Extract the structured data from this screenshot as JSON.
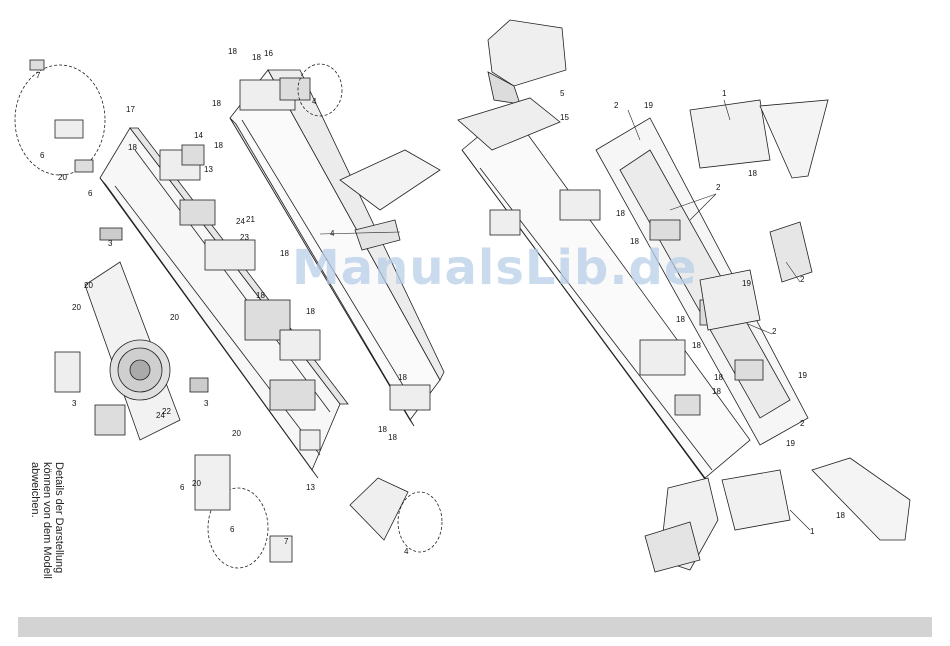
{
  "watermark": "ManualsLib.de",
  "note_lines": [
    "Details der Darstellung",
    "können von dem Modell",
    "abweichen."
  ],
  "callouts": {
    "n1": "1",
    "n2": "2",
    "n3": "3",
    "n4": "4",
    "n5": "5",
    "n6": "6",
    "n7": "7",
    "n13": "13",
    "n14": "14",
    "n15": "15",
    "n16": "16",
    "n17": "17",
    "n18": "18",
    "n19": "19",
    "n20": "20",
    "n21": "21",
    "n22": "22",
    "n23": "23",
    "n24": "24"
  },
  "colors": {
    "line": "#222222",
    "fill": "#f4f4f4",
    "shade": "#d9d9d9",
    "footer": "#d3d3d3",
    "watermark": "#b9cfe9"
  }
}
